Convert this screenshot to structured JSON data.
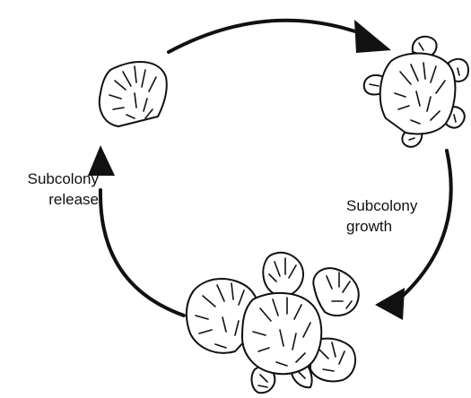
{
  "labels": {
    "release_line1": "Subcolony",
    "release_line2": "release",
    "growth_line1": "Subcolony",
    "growth_line2": "growth"
  },
  "colors": {
    "stroke": "#111111",
    "fill": "#ffffff"
  },
  "icons": {
    "single_colony": "colony-blob-icon",
    "budding_colony": "budding-colony-icon",
    "mature_colony": "mature-colony-icon",
    "arrow": "cycle-arrow-icon"
  }
}
